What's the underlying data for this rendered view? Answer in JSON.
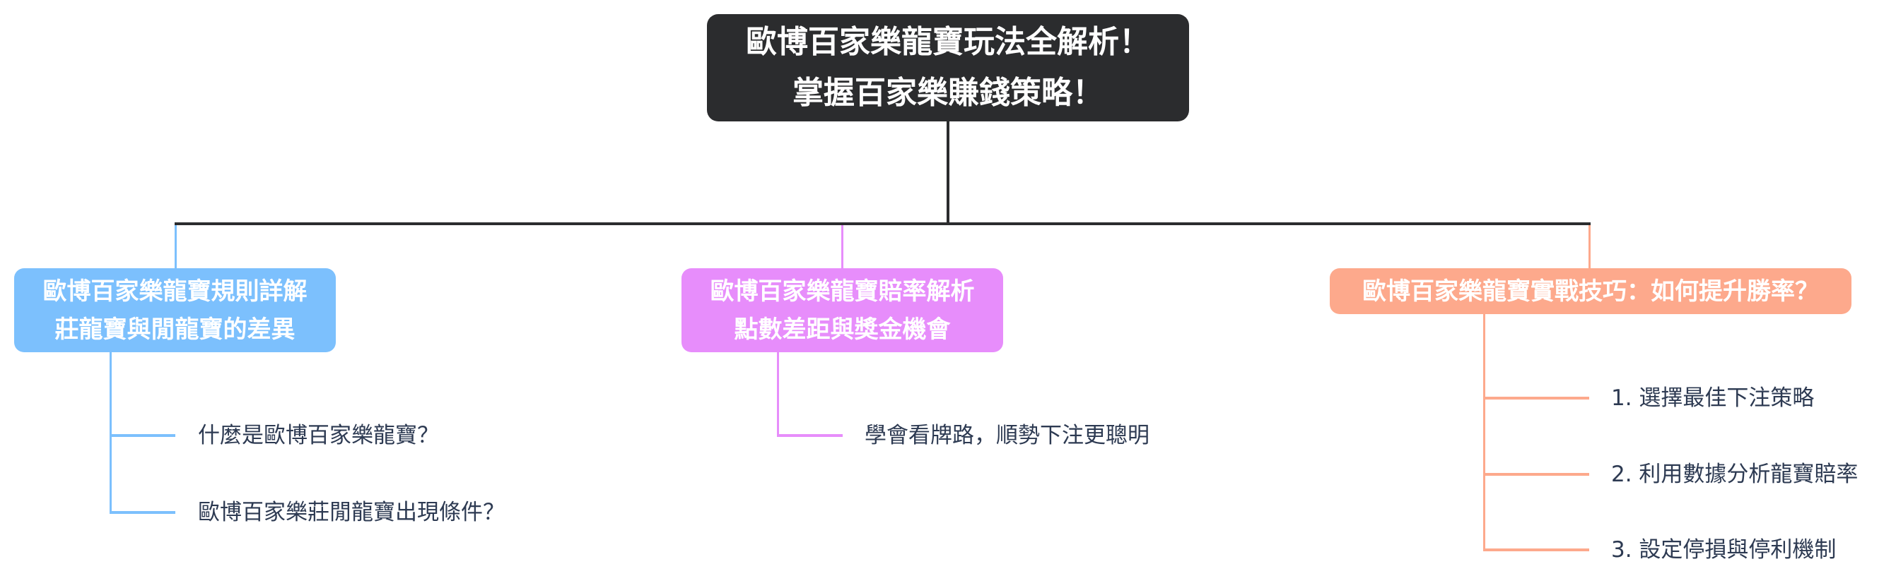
{
  "root": {
    "lines": [
      "歐博百家樂龍寶玩法全解析！",
      "掌握百家樂賺錢策略！"
    ],
    "color": "#2b2c2e"
  },
  "branches": [
    {
      "id": "rules",
      "color": "#7cc0fd",
      "lines": [
        "歐博百家樂龍寶規則詳解",
        "莊龍寶與閒龍寶的差異"
      ],
      "children": [
        "什麼是歐博百家樂龍寶？",
        "歐博百家樂莊閒龍寶出現條件？"
      ]
    },
    {
      "id": "odds",
      "color": "#e78dfb",
      "lines": [
        "歐博百家樂龍寶賠率解析",
        "點數差距與獎金機會"
      ],
      "children": [
        "學會看牌路，順勢下注更聰明"
      ]
    },
    {
      "id": "tactics",
      "color": "#fda98c",
      "lines": [
        "歐博百家樂龍寶實戰技巧：如何提升勝率？"
      ],
      "children": [
        "1. 選擇最佳下注策略",
        "2. 利用數據分析龍寶賠率",
        "3. 設定停損與停利機制"
      ]
    }
  ],
  "colors": {
    "connector_main": "#2b2c2e",
    "leaf_text": "#2d3a52"
  }
}
